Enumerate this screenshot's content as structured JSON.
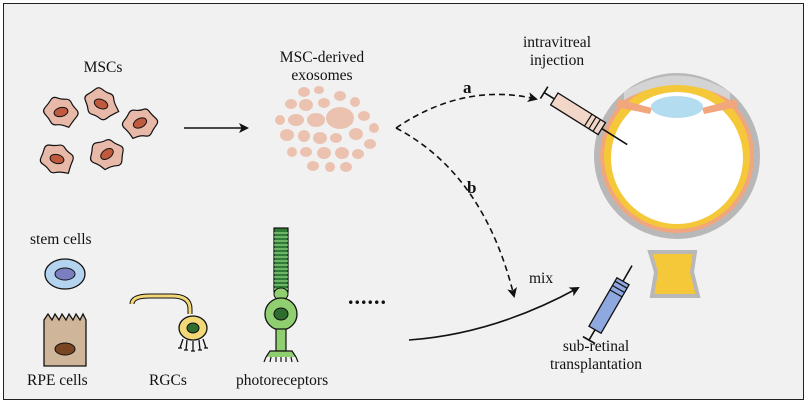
{
  "labels": {
    "mscs": "MSCs",
    "exosomes_line1": "MSC-derived",
    "exosomes_line2": "exosomes",
    "injection_line1": "intravitreal",
    "injection_line2": "injection",
    "route_a": "a",
    "route_b": "b",
    "mix": "mix",
    "stem_cells": "stem cells",
    "rpe_cells": "RPE cells",
    "rgcs": "RGCs",
    "photoreceptors": "photoreceptors",
    "ellipsis": "......",
    "subretinal_line1": "sub-retinal",
    "subretinal_line2": "transplantation"
  },
  "colors": {
    "msc_cell": "#e8b9a8",
    "msc_nucleus": "#c05a3e",
    "exosome": "#ebc2b0",
    "stem_cell": "#b4d3ee",
    "stem_nucleus": "#7b7fc2",
    "rpe_cell": "#cfb69a",
    "rpe_nucleus": "#7a4522",
    "rgc": "#f3d878",
    "photoreceptor": "#8fcf70",
    "photoreceptor_outer": "#2f7d35",
    "eye_sclera": "#b8b8b8",
    "eye_choroid": "#f1a67d",
    "eye_retina": "#f5c83a",
    "eye_lens": "#b4dcf0",
    "syringe_intravitreal": "#f2d6c7",
    "syringe_subretinal": "#8fa8df"
  }
}
